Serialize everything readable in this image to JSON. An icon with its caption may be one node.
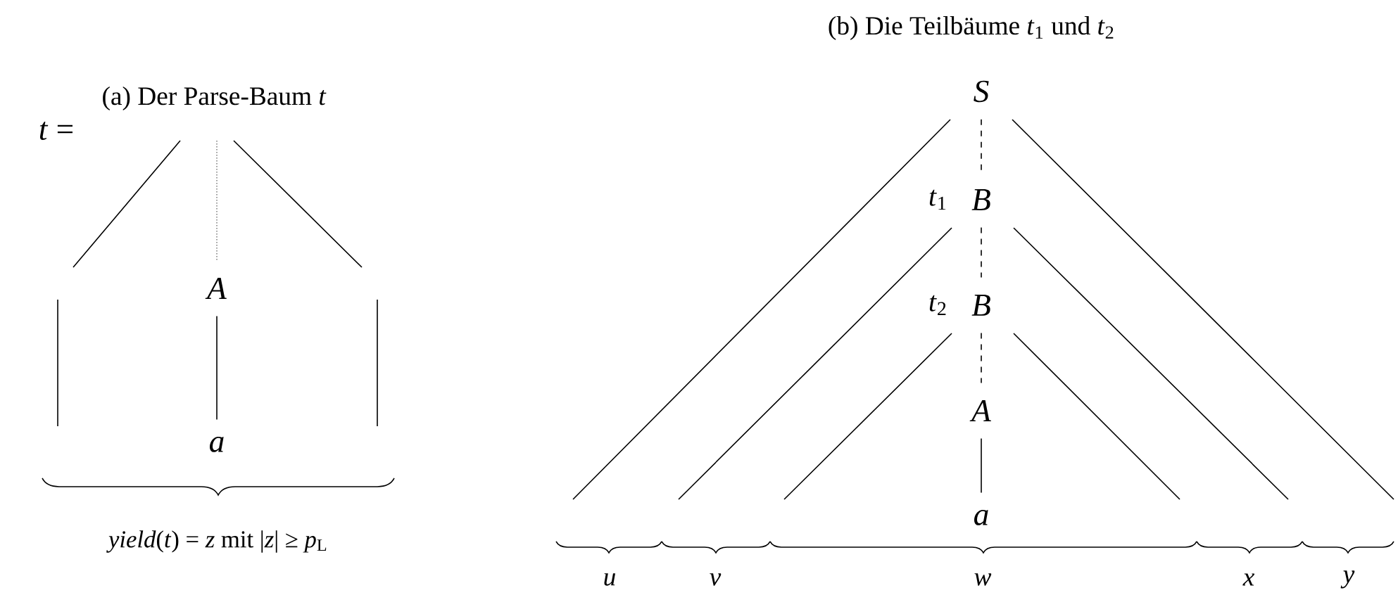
{
  "diagram": {
    "nodes": [
      {
        "text": [
          "*A*"
        ]
      },
      {
        "text": [
          "*a*"
        ]
      },
      {
        "text": [
          "*S*"
        ]
      },
      {
        "text": [
          "*B*"
        ],
        "beside": [
          "*t*$_{1}$"
        ]
      },
      {
        "text": [
          "*B*"
        ],
        "beside": [
          "*t*$_{2}$"
        ]
      },
      {
        "text": [
          "*A*"
        ]
      },
      {
        "text": [
          "*a*"
        ]
      }
    ],
    "edges": [
      {
        "from": null,
        "to": 0,
        "arrow": "none",
        "style": "dashed",
        "color": "#808080"
      },
      {
        "from": 0,
        "to": 1,
        "arrow": "none"
      },
      {
        "from": 2,
        "to": 3,
        "arrow": "none",
        "style": "dashed"
      },
      {
        "from": 3,
        "to": 4,
        "arrow": "none",
        "style": "dashed"
      },
      {
        "from": 4,
        "to": 5,
        "arrow": "none",
        "style": "dashed"
      },
      {
        "from": 5,
        "to": 6,
        "arrow": "none"
      }
    ],
    "labels": [
      "(b) Die Teilbäume *t*$_{1}$ und *t*$_{2}$",
      "(a) Der Parse-Baum *t*",
      "*t* =",
      "*yield*(*t*) = *z* mit |*z*| ≥ *p*$_{L}$",
      "*u*",
      "*v*",
      "*w*",
      "*x*",
      "*y*"
    ]
  }
}
